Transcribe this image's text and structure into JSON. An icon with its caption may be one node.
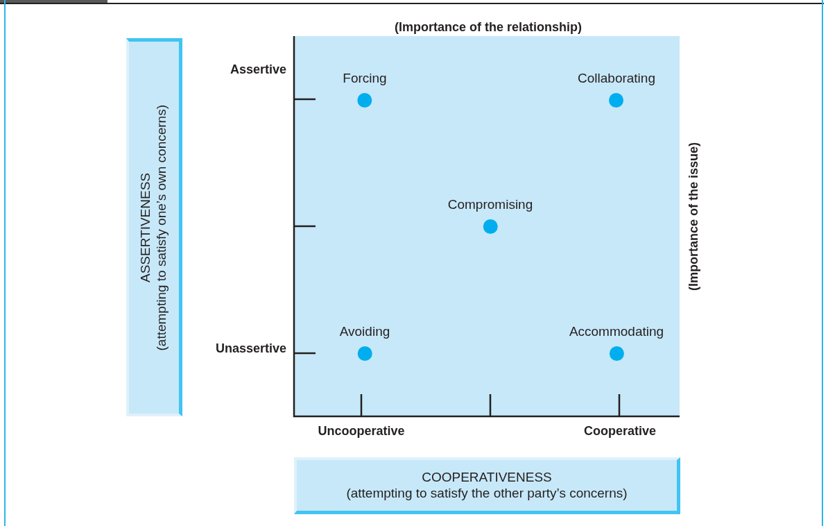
{
  "diagram": {
    "nodes": [
      {
        "text": [
          "ASSERTIVENESS",
          "(attempting to satisfy one’s own concerns)"
        ]
      },
      {
        "text": [
          "Forcing"
        ]
      },
      {
        "text": [
          "Collaborating"
        ]
      },
      {
        "text": [
          "Compromising"
        ]
      },
      {
        "text": [
          "Avoiding"
        ]
      },
      {
        "text": [
          "Accommodating"
        ]
      },
      {
        "text": [
          "COOPERATIVENESS",
          "(attempting to satisfy the other party’s concerns)"
        ]
      }
    ],
    "labels": [
      "(Importance of the relationship)",
      "Assertive",
      "Unassertive",
      "(Importance of the issue)",
      "Uncooperative",
      "Cooperative"
    ]
  }
}
